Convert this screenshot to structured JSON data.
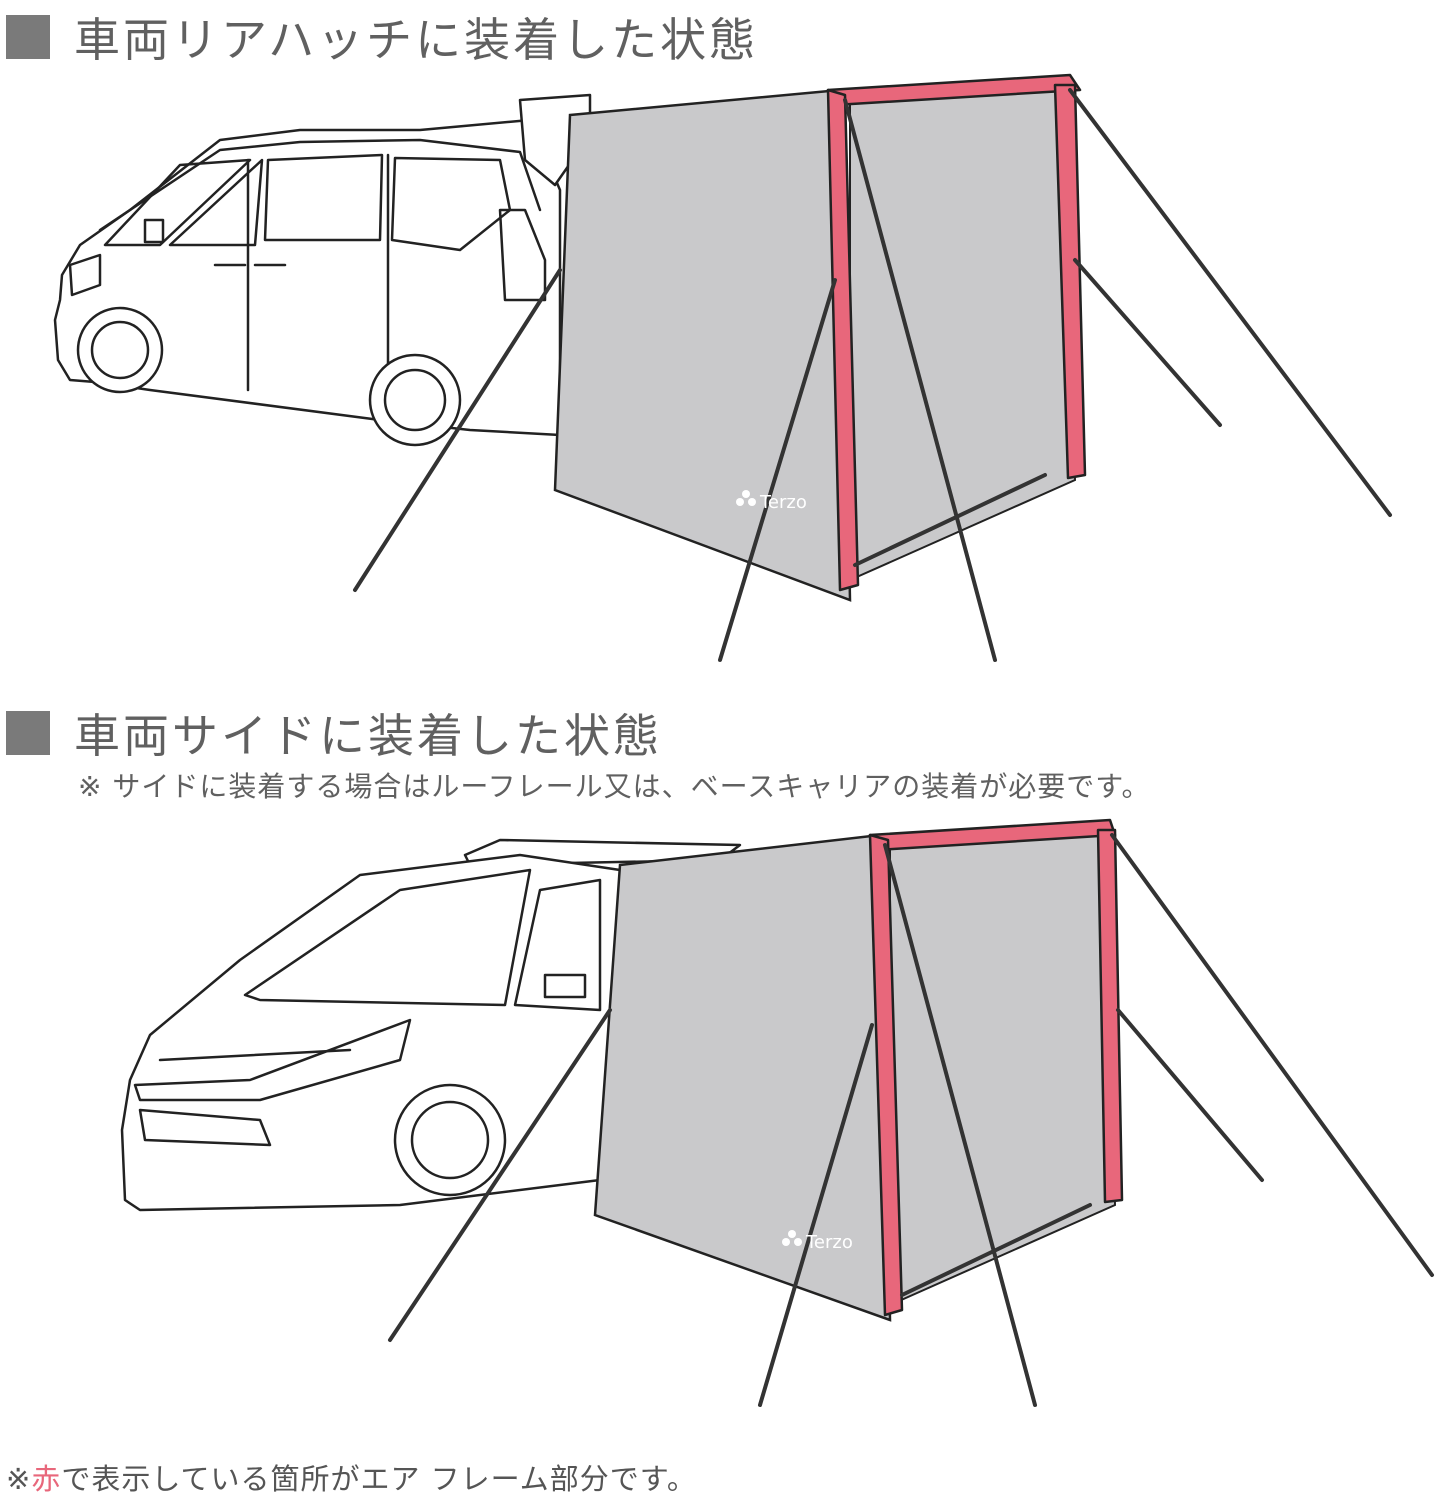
{
  "section1": {
    "title": "車両リアハッチに装着した状態"
  },
  "section2": {
    "title": "車両サイドに装着した状態",
    "note": "※ サイドに装着する場合はルーフレール又は、ベースキャリアの装着が必要です。"
  },
  "footer": {
    "prefix": "※",
    "highlight": "赤",
    "suffix": "で表示している箇所がエア フレーム部分です。"
  },
  "brand": {
    "logo_text": "Terzo"
  },
  "colors": {
    "air_frame": "#e8677b",
    "tent_fabric": "#c9c9cb",
    "heading_square": "#7a7a7a"
  },
  "icons": [
    "heading-square-icon",
    "terzo-logo-icon"
  ]
}
